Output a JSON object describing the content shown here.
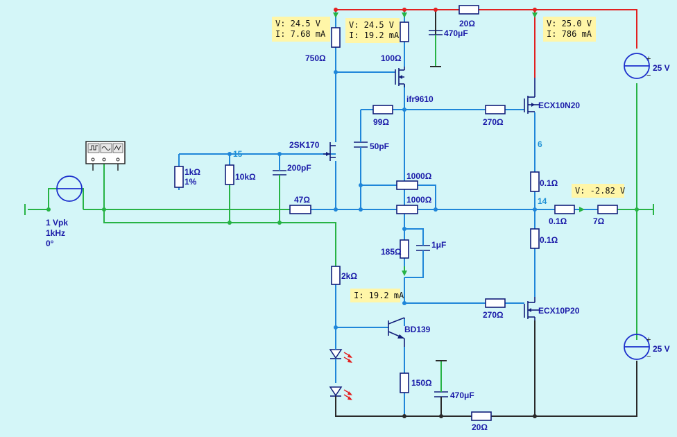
{
  "colors": {
    "background": "#d4f6f8",
    "wire_blue": "#1f86d9",
    "wire_green": "#27b345",
    "wire_red": "#e22020",
    "wire_black": "#2a2a2a",
    "label": "#1a1aa8",
    "node_label": "#1e90d6",
    "probe_bg": "#fff6a8"
  },
  "source": {
    "amplitude": "1 Vpk",
    "frequency": "1kHz",
    "phase": "0°"
  },
  "supplies": {
    "positive": "25 V",
    "negative": "25 V"
  },
  "devices": {
    "q_input": "2SK170",
    "q_mosfet_small": "ifr9610",
    "q_out_n": "ECX10N20",
    "q_out_p": "ECX10P20",
    "q_bjt": "BD139"
  },
  "resistors": {
    "r_750": "750Ω",
    "r_100": "100Ω",
    "r_20_top": "20Ω",
    "r_99": "99Ω",
    "r_270_top": "270Ω",
    "r_1k": "1kΩ",
    "r_1k_tol": "1%",
    "r_10k": "10kΩ",
    "r_1000_a": "1000Ω",
    "r_1000_b": "1000Ω",
    "r_47": "47Ω",
    "r_01_top": "0.1Ω",
    "r_01_out": "0.1Ω",
    "r_7": "7Ω",
    "r_01_bot": "0.1Ω",
    "r_185": "185Ω",
    "r_2k": "2kΩ",
    "r_270_bot": "270Ω",
    "r_150": "150Ω",
    "r_20_bot": "20Ω"
  },
  "capacitors": {
    "c_470_top": "470μF",
    "c_50p": "50pF",
    "c_200p": "200pF",
    "c_1u": "1μF",
    "c_470_bot": "470μF"
  },
  "nodes": {
    "n15": "15",
    "n6": "6",
    "n14": "14"
  },
  "probes": {
    "p1_v": "V: 24.5 V",
    "p1_i": "I: 7.68 mA",
    "p2_v": "V: 24.5 V",
    "p2_i": "I: 19.2 mA",
    "p3_v": "V: 25.0 V",
    "p3_i": "I: 786 mA",
    "p4_v": "V: -2.82 V",
    "p5_i": "I: 19.2 mA"
  }
}
